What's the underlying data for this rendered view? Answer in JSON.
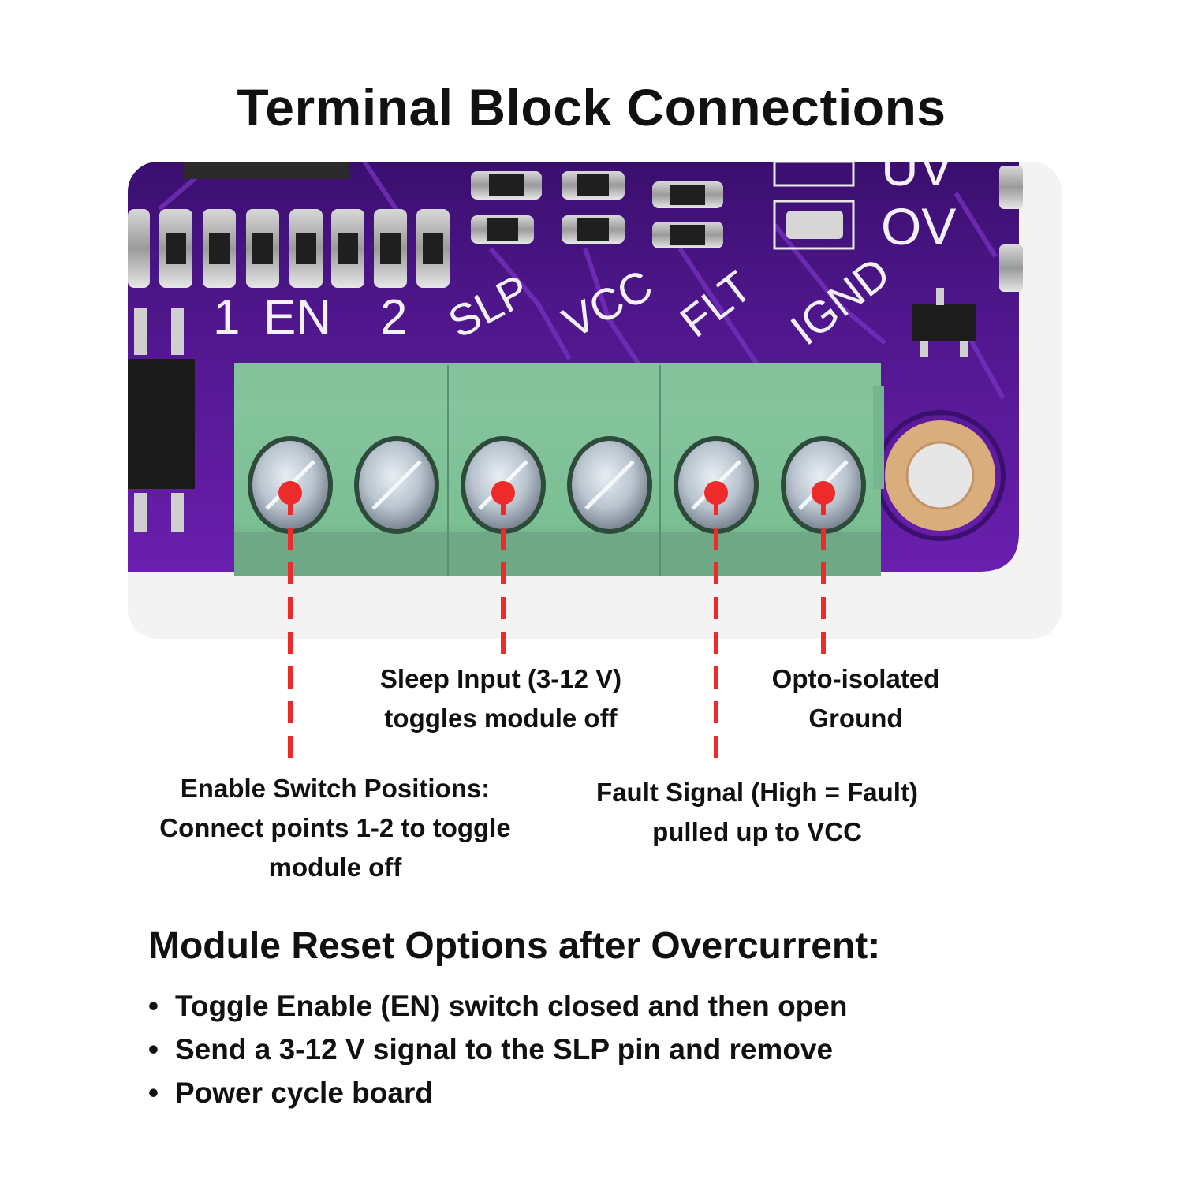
{
  "title": "Terminal Block Connections",
  "board": {
    "silkscreen_labels": [
      "1",
      "EN",
      "2",
      "SLP",
      "VCC",
      "FLT",
      "IGND",
      "UV",
      "OV"
    ],
    "colors": {
      "pcb": "#5a1a9a",
      "pcb_dark": "#3a0f6e",
      "terminal_block": "#7bbf94",
      "terminal_block_dark": "#5e9c76",
      "mounting_pad": "#d9ad7c",
      "marker": "#ee2b2b"
    },
    "terminals": [
      {
        "id": "t1",
        "marked": true
      },
      {
        "id": "t2",
        "marked": false
      },
      {
        "id": "t3",
        "marked": true
      },
      {
        "id": "t4",
        "marked": false
      },
      {
        "id": "t5",
        "marked": true
      },
      {
        "id": "t6",
        "marked": true
      }
    ]
  },
  "annotations": [
    {
      "id": "enable",
      "lines": [
        "Enable Switch Positions:",
        "Connect points 1-2 to toggle",
        "module off"
      ]
    },
    {
      "id": "sleep",
      "lines": [
        "Sleep Input (3-12 V)",
        "toggles module off"
      ]
    },
    {
      "id": "fault",
      "lines": [
        "Fault Signal (High = Fault)",
        "pulled up to VCC"
      ]
    },
    {
      "id": "ground",
      "lines": [
        "Opto-isolated",
        "Ground"
      ]
    }
  ],
  "reset": {
    "heading": "Module Reset Options after Overcurrent:",
    "bullet_glyph": "•",
    "items": [
      "Toggle Enable (EN) switch closed and then open",
      "Send a 3-12 V signal to the SLP pin and remove",
      "Power cycle board"
    ]
  }
}
